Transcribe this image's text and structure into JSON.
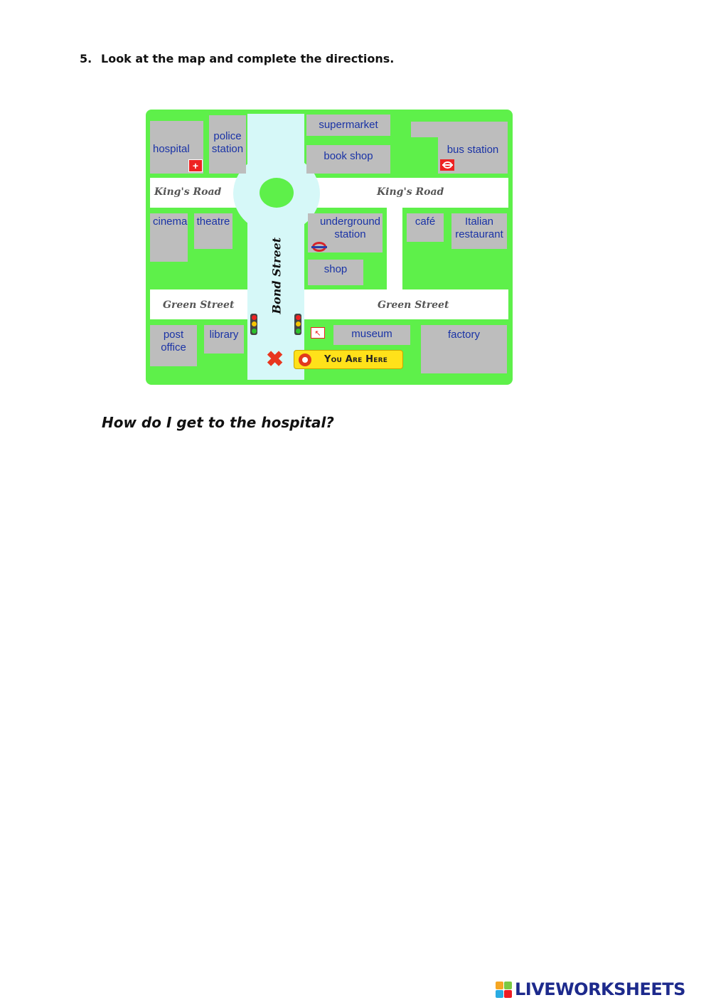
{
  "instruction": {
    "number": "5.",
    "text": "Look at the map and complete the directions."
  },
  "map": {
    "streets": {
      "kings_road_left": "King's Road",
      "kings_road_right": "King's Road",
      "green_street_left": "Green Street",
      "green_street_right": "Green Street",
      "bond_street": "Bond Street"
    },
    "buildings": {
      "hospital": "hospital",
      "police_station_1": "police",
      "police_station_2": "station",
      "supermarket": "supermarket",
      "book_shop": "book shop",
      "bus_station": "bus station",
      "cinema": "cinema",
      "theatre": "theatre",
      "underground_1": "underground",
      "underground_2": "station",
      "cafe": "café",
      "italian_1": "Italian",
      "italian_2": "restaurant",
      "shop": "shop",
      "post_office_1": "post",
      "post_office_2": "office",
      "library": "library",
      "museum": "museum",
      "factory": "factory"
    },
    "you_are_here": "You Are Here",
    "colors": {
      "grass": "#5ef04a",
      "building": "#bdbdbd",
      "road": "#ffffff",
      "bond_street": "#d6f8f8",
      "label": "#1a33a6"
    }
  },
  "question": "How do I get to the hospital?",
  "footer": {
    "brand": "LIVEWORKSHEETS"
  }
}
